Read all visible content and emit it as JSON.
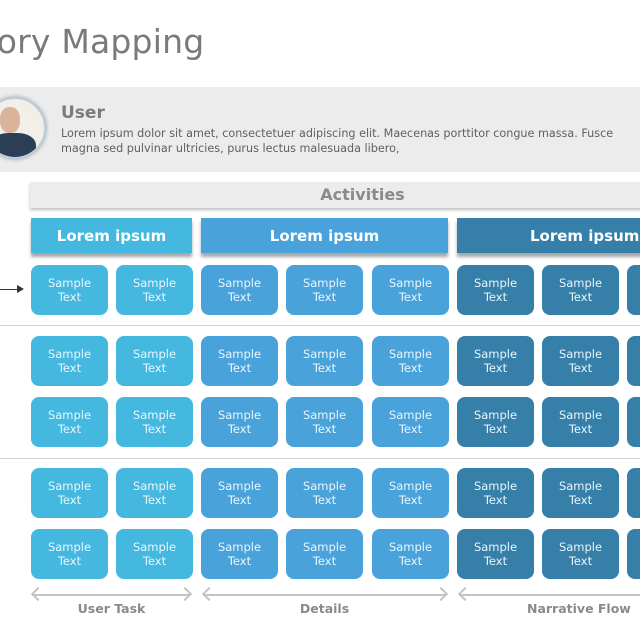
{
  "title": "r Story Mapping",
  "user": {
    "name": "User",
    "description_line1": "Lorem  ipsum  dolor  sit amet,  consectetuer adipiscing  elit. Maecenas porttitor congue  massa.  Fusce",
    "description_line2": "magna  sed pulvinar  ultricies,  purus  lectus malesuada  libero,"
  },
  "activities_label": "Activities",
  "colors": {
    "group1": "#45b8e0",
    "group2": "#4aa2db",
    "group3": "#357fa8"
  },
  "groups": [
    {
      "header": "Lorem ipsum",
      "flow_label": "User Task"
    },
    {
      "header": "Lorem ipsum",
      "flow_label": "Details"
    },
    {
      "header": "Lorem ipsum",
      "flow_label": "Narrative Flow"
    }
  ],
  "card": {
    "line1": "Sample",
    "line2": "Text"
  }
}
